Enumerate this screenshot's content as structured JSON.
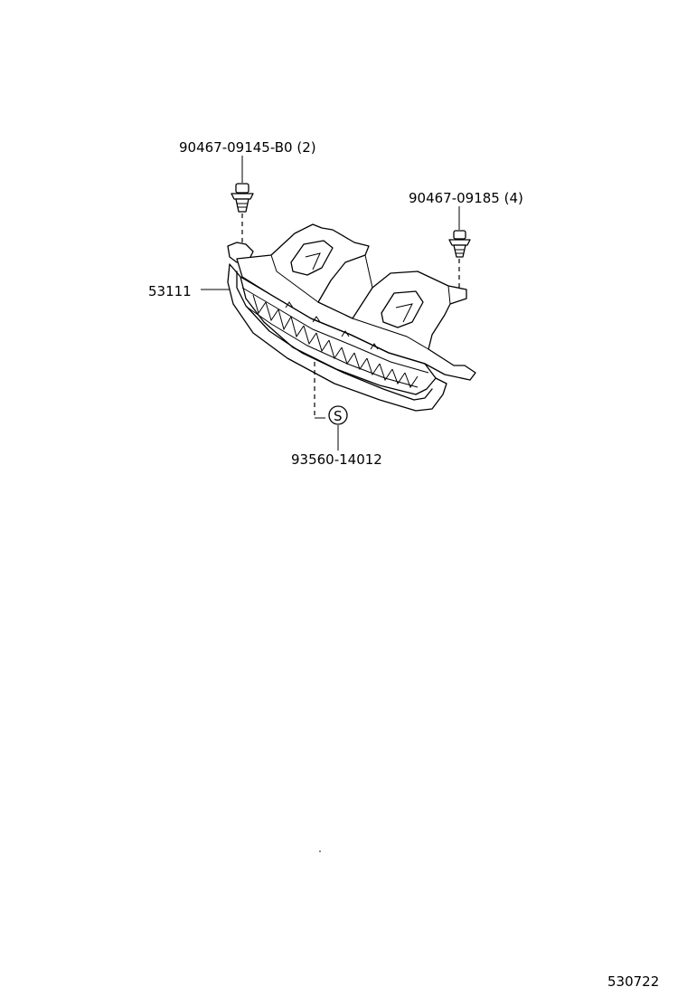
{
  "parts": {
    "clip_upper": {
      "number": "90467-09145-B0",
      "qty": "(2)"
    },
    "clip_right": {
      "number": "90467-09185",
      "qty": "(4)"
    },
    "grille": {
      "number": "53111"
    },
    "screw": {
      "number": "93560-14012",
      "symbol": "S"
    }
  },
  "diagram_id": "530722"
}
